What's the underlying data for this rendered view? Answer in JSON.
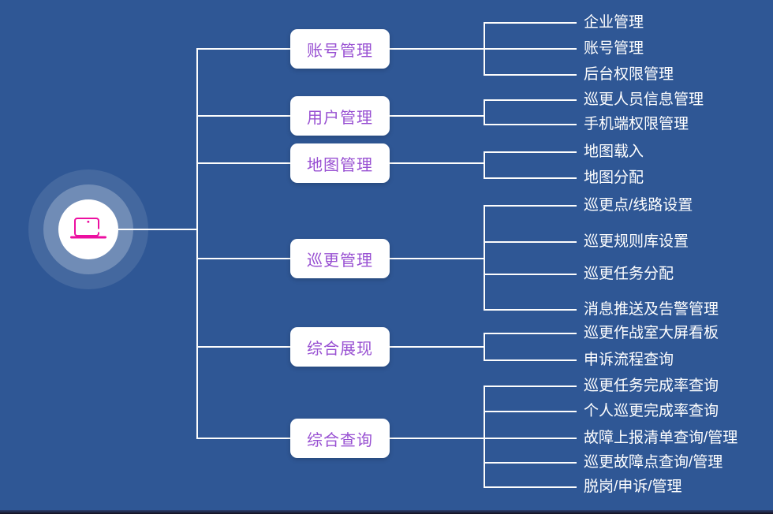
{
  "diagram": {
    "root": {
      "icon": "laptop-icon"
    },
    "branches": [
      {
        "label": "账号管理",
        "leaves": [
          "企业管理",
          "账号管理",
          "后台权限管理"
        ]
      },
      {
        "label": "用户管理",
        "leaves": [
          "巡更人员信息管理",
          "手机端权限管理"
        ]
      },
      {
        "label": "地图管理",
        "leaves": [
          "地图载入",
          "地图分配"
        ]
      },
      {
        "label": "巡更管理",
        "leaves": [
          "巡更点/线路设置",
          "巡更规则库设置",
          "巡更任务分配",
          "消息推送及告警管理"
        ]
      },
      {
        "label": "综合展现",
        "leaves": [
          "巡更作战室大屏看板",
          "申诉流程查询"
        ]
      },
      {
        "label": "综合查询",
        "leaves": [
          "巡更任务完成率查询",
          "个人巡更完成率查询",
          "故障上报清单查询/管理",
          "巡更故障点查询/管理",
          "脱岗/申诉/管理"
        ]
      }
    ],
    "colors": {
      "background": "#2f5795",
      "connector_line": "#fdfdfd",
      "branch_box_bg": "#ffffff",
      "branch_text": "#9850d2",
      "leaf_text": "#ffffff",
      "icon_accent": "#ec0fa0"
    }
  }
}
